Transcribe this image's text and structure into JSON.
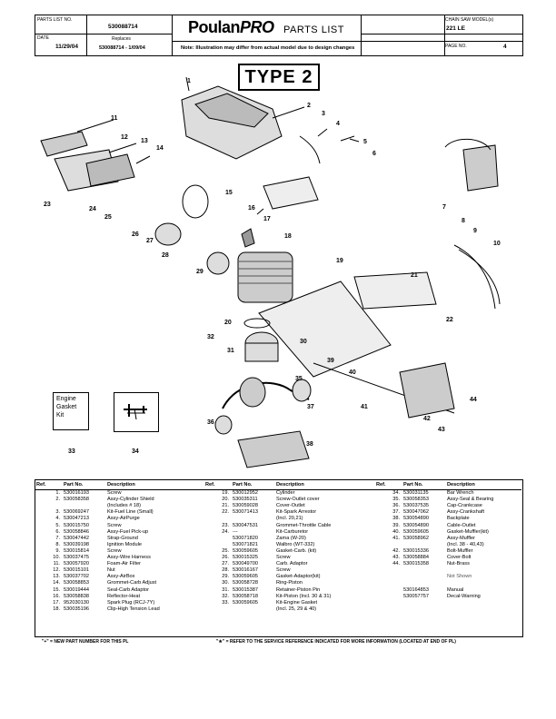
{
  "header": {
    "parts_list_no_label": "PARTS LIST NO.",
    "parts_list_no": "530088714",
    "date_label": "DATE",
    "date": "11/29/04",
    "replaces_label": "Replaces",
    "replaces": "530088714 - 1/09/04",
    "logo_main": "Poulan",
    "logo_pro": "PRO",
    "title": "PARTS LIST",
    "model_label": "CHAIN SAW MODEL(s)",
    "model": "221 LE",
    "note": "Note: Illustration may differ from actual model due to design changes",
    "page_label": "PAGE  NO.",
    "page_no": "4"
  },
  "type_label": "TYPE 2",
  "callouts": [
    "1",
    "2",
    "3",
    "4",
    "5",
    "6",
    "7",
    "8",
    "9",
    "10",
    "11",
    "12",
    "13",
    "14",
    "15",
    "16",
    "17",
    "18",
    "19",
    "20",
    "21",
    "22",
    "23",
    "24",
    "25",
    "26",
    "27",
    "28",
    "29",
    "30",
    "31",
    "32",
    "33",
    "34",
    "35",
    "36",
    "37",
    "38",
    "39",
    "40",
    "41",
    "42",
    "43",
    "44"
  ],
  "kit_label": "Engine Gasket Kit",
  "table": {
    "headers": [
      "Ref.",
      "Part No.",
      "Description"
    ],
    "col1": [
      [
        "1.",
        "530016193",
        "Screw"
      ],
      [
        "2.",
        "530058358",
        "Assy-Cylinder Shield"
      ],
      [
        "",
        "",
        "(Includes # 18)"
      ],
      [
        "3.",
        "530069247",
        "Kit-Fuel Line (Small)"
      ],
      [
        "4.",
        "530047213",
        "Assy-AirPurge"
      ],
      [
        "5.",
        "530015750",
        "Screw"
      ],
      [
        "6.",
        "530058846",
        "Assy-Fuel Pick-up"
      ],
      [
        "7.",
        "530047442",
        "Strap-Ground"
      ],
      [
        "8.",
        "530039198",
        "Ignition Module"
      ],
      [
        "9.",
        "530015814",
        "Screw"
      ],
      [
        "10.",
        "530037475",
        "Assy-Wire Harness"
      ],
      [
        "11.",
        "530057920",
        "Foam-Air Filter"
      ],
      [
        "12.",
        "530015101",
        "Nut"
      ],
      [
        "13.",
        "530037702",
        "Assy-AirBox"
      ],
      [
        "14.",
        "530058853",
        "Grommet-Carb Adjust"
      ],
      [
        "15.",
        "530019444",
        "Seal-Carb Adaptor"
      ],
      [
        "16.",
        "530058838",
        "Reflector-Heat"
      ],
      [
        "17.",
        "952030130",
        "Spark Plug (RCJ-7Y)"
      ],
      [
        "18.",
        "530035196",
        "Clip-High Tension Lead"
      ]
    ],
    "col2": [
      [
        "19.",
        "530012952",
        "Cylinder"
      ],
      [
        "20.",
        "530035311",
        "Screw-Outlet cover"
      ],
      [
        "21.",
        "530059028",
        "Cover-Outlet"
      ],
      [
        "22.",
        "530071413",
        "Kit-Spark Arrestor"
      ],
      [
        "",
        "",
        "(Incl. 20,21)"
      ],
      [
        "23.",
        "530047531",
        "Grommet-Throttle Cable"
      ],
      [
        "24.",
        "---",
        "Kit-Carburetor"
      ],
      [
        "",
        "530071820",
        "Zama (W-20)"
      ],
      [
        "",
        "530071821",
        "Walbro (WT-332)"
      ],
      [
        "25.",
        "530059605",
        "Gasket-Carb. (kit)"
      ],
      [
        "26.",
        "530015325",
        "Screw"
      ],
      [
        "27.",
        "530049700",
        "Carb. Adaptor"
      ],
      [
        "28.",
        "530016167",
        "Screw"
      ],
      [
        "29.",
        "530059605",
        "Gasket-Adaptor(kit)"
      ],
      [
        "30.",
        "530058728",
        "Ring-Piston"
      ],
      [
        "31.",
        "530015387",
        "Retainer-Piston Pin"
      ],
      [
        "32.",
        "530058718",
        "Kit-Piston (Incl. 30 & 31)"
      ],
      [
        "33.",
        "530059605",
        "Kit-Engine Gasket"
      ],
      [
        "",
        "",
        "(Incl. 25, 29 & 40)"
      ]
    ],
    "col3": [
      [
        "34.",
        "530031135",
        "Bar Wrench"
      ],
      [
        "35.",
        "530058353",
        "Assy-Seal & Bearing"
      ],
      [
        "36.",
        "530037535",
        "Cap-Crankcase"
      ],
      [
        "37.",
        "530047062",
        "Assy-Crankshaft"
      ],
      [
        "38.",
        "530054890",
        "Backplate"
      ],
      [
        "39.",
        "530054890",
        "Cable-Outlet"
      ],
      [
        "40.",
        "530059605",
        "Gasket-Muffler(kit)"
      ],
      [
        "41.",
        "530058962",
        "Assy-Muffler"
      ],
      [
        "",
        "",
        "(Incl. 38 - 40,43)"
      ],
      [
        "42.",
        "530015336",
        "Bolt-Muffler"
      ],
      [
        "43.",
        "530058884",
        "Cover-Bolt"
      ],
      [
        "44.",
        "530015358",
        "Nut-Brass"
      ],
      [
        "",
        "",
        ""
      ],
      [
        "",
        "",
        "Not Shown"
      ],
      [
        "",
        "",
        ""
      ],
      [
        "",
        "530164853",
        "Manual"
      ],
      [
        "",
        "530057757",
        "Decal-Warning"
      ],
      [
        "",
        "",
        ""
      ],
      [
        "",
        "",
        ""
      ]
    ]
  },
  "footer": {
    "left": "\"+\" = NEW PART NUMBER FOR THIS PL",
    "right": "\"★\" = REFER TO THE SERVICE REFERENCE INDICATED FOR MORE INFORMATION (LOCATED AT END OF PL)"
  }
}
